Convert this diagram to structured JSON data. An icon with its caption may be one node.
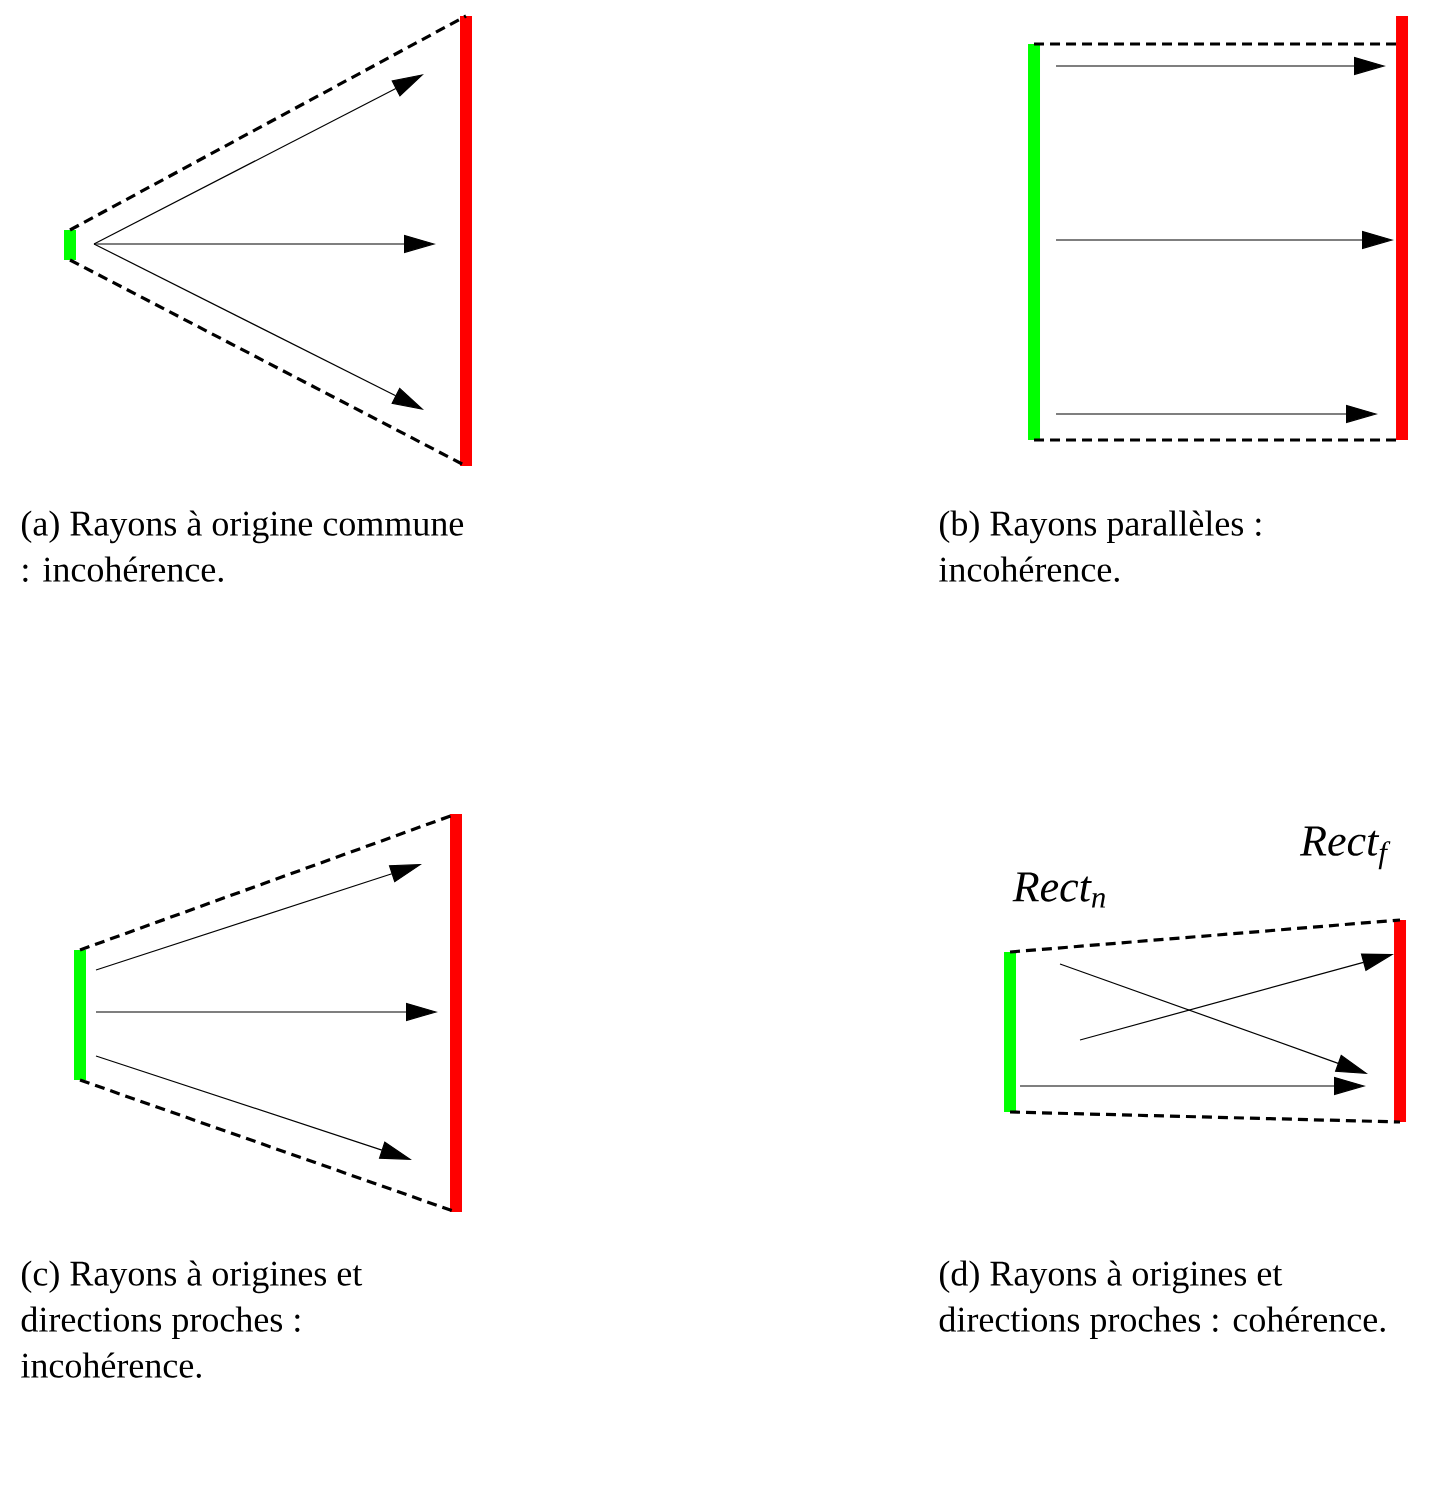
{
  "diagram": {
    "nodes": [
      {
        "text": [],
        "shape": "bar"
      },
      {
        "text": [],
        "shape": "bar"
      },
      {
        "text": [],
        "shape": "bar"
      },
      {
        "text": [],
        "shape": "bar"
      },
      {
        "text": [],
        "shape": "bar"
      },
      {
        "text": [],
        "shape": "bar"
      },
      {
        "text": [],
        "shape": "bar",
        "beside": [
          "Rect$_{n}$"
        ]
      },
      {
        "text": [],
        "shape": "bar",
        "beside": [
          "Rect$_{f}$"
        ]
      }
    ],
    "edges": [
      {
        "from": 0,
        "to": 1,
        "arrow": "none",
        "style": "dashed"
      },
      {
        "from": 0,
        "to": 1,
        "arrow": "to"
      },
      {
        "from": 0,
        "to": 1,
        "arrow": "to"
      },
      {
        "from": 0,
        "to": 1,
        "arrow": "to"
      },
      {
        "from": 0,
        "to": 1,
        "arrow": "none",
        "style": "dashed"
      },
      {
        "from": 2,
        "to": 3,
        "arrow": "none",
        "style": "dashed"
      },
      {
        "from": 2,
        "to": 3,
        "arrow": "to"
      },
      {
        "from": 2,
        "to": 3,
        "arrow": "to"
      },
      {
        "from": 2,
        "to": 3,
        "arrow": "to"
      },
      {
        "from": 2,
        "to": 3,
        "arrow": "none",
        "style": "dashed"
      },
      {
        "from": 4,
        "to": 5,
        "arrow": "none",
        "style": "dashed"
      },
      {
        "from": 4,
        "to": 5,
        "arrow": "to"
      },
      {
        "from": 4,
        "to": 5,
        "arrow": "to"
      },
      {
        "from": 4,
        "to": 5,
        "arrow": "to"
      },
      {
        "from": 4,
        "to": 5,
        "arrow": "none",
        "style": "dashed"
      },
      {
        "from": 6,
        "to": 7,
        "arrow": "none",
        "style": "dashed"
      },
      {
        "from": 6,
        "to": 7,
        "arrow": "to"
      },
      {
        "from": 6,
        "to": 7,
        "arrow": "to"
      },
      {
        "from": 6,
        "to": 7,
        "arrow": "to"
      },
      {
        "from": 6,
        "to": 7,
        "arrow": "none",
        "style": "dashed"
      }
    ],
    "labels": [
      "(a) Rayons à origine commune : incohérence.",
      "(b) Rayons parallèles : incohérence.",
      "(c) Rayons à origines et directions proches : incohérence.",
      "(d) Rayons à origines et directions proches : cohérence."
    ]
  }
}
